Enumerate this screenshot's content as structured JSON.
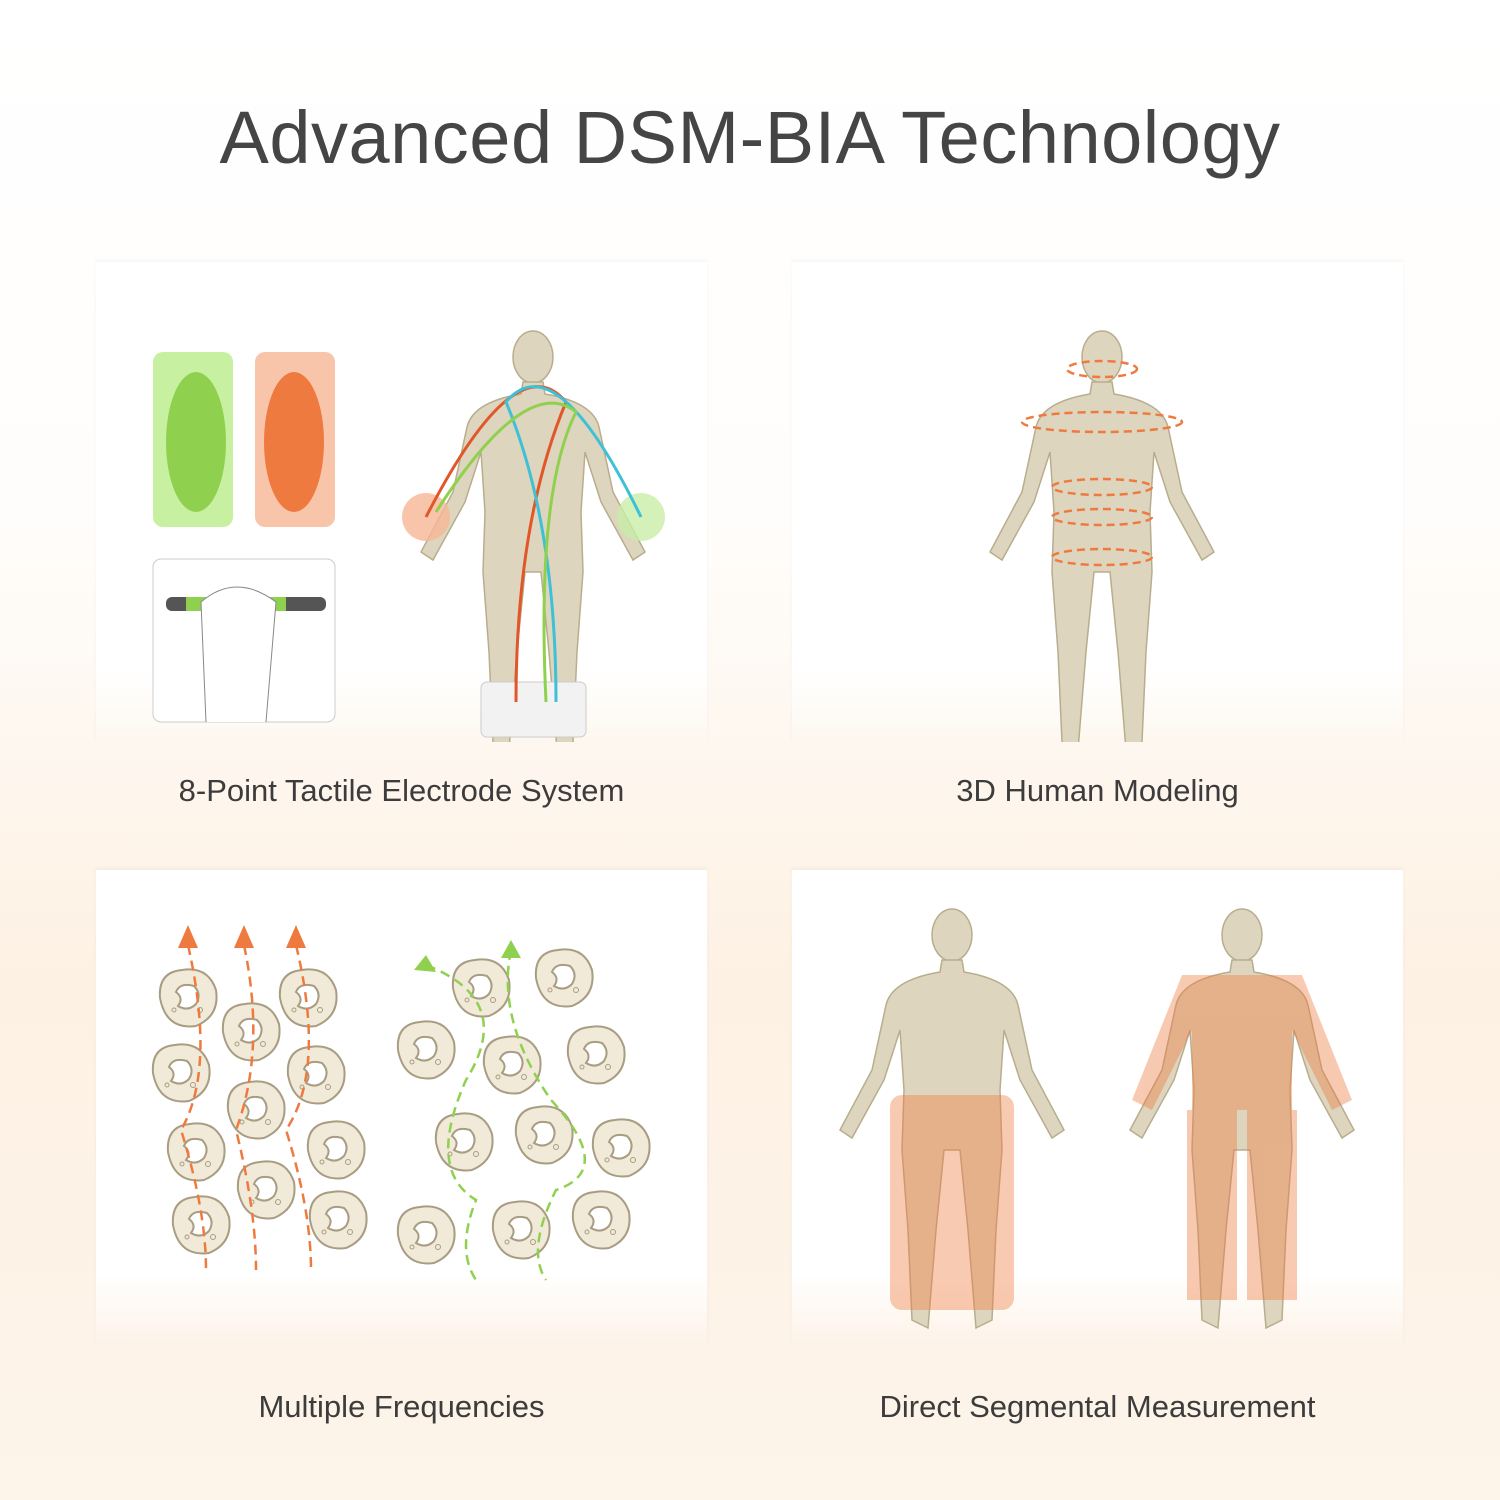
{
  "title": "Advanced DSM-BIA Technology",
  "panels": [
    {
      "label": "8-Point Tactile Electrode System",
      "icon": "electrode-body-icon"
    },
    {
      "label": "3D Human Modeling",
      "icon": "body-model-icon"
    },
    {
      "label": "Multiple Frequencies",
      "icon": "cells-frequency-icon"
    },
    {
      "label": "Direct Segmental Measurement",
      "icon": "segmental-body-icon"
    }
  ],
  "colors": {
    "skin": "#ddd5bd",
    "orange": "#ef7a3f",
    "green": "#8fd14f",
    "text": "#454545"
  }
}
